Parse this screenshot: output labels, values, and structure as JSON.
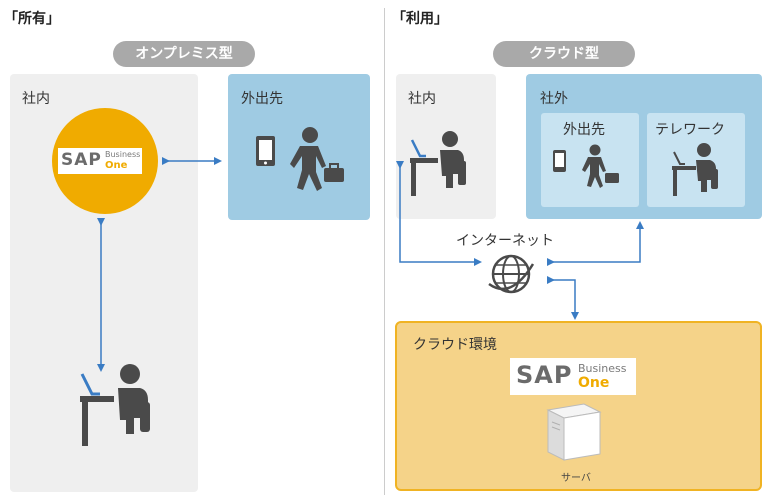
{
  "left": {
    "section_title": "「所有」",
    "pill_label": "オンプレミス型",
    "office_label": "社内",
    "outside_label": "外出先",
    "logo": {
      "sap": "SAP",
      "business": "Business",
      "one": "One"
    }
  },
  "right": {
    "section_title": "「利用」",
    "pill_label": "クラウド型",
    "office_label": "社内",
    "external_label": "社外",
    "outside_label": "外出先",
    "telework_label": "テレワーク",
    "internet_label": "インターネット",
    "cloud_label": "クラウド環境",
    "server_label": "サーバ",
    "logo": {
      "sap": "SAP",
      "business": "Business",
      "one": "One"
    }
  },
  "colors": {
    "arrow": "#3a7cc4",
    "gold": "#f0ab00",
    "panel_blue": "#9fcbe3",
    "panel_gray": "#efefef",
    "cloud_fill": "#f5d389",
    "cloud_border": "#f0b323",
    "person": "#4a4a4a"
  }
}
